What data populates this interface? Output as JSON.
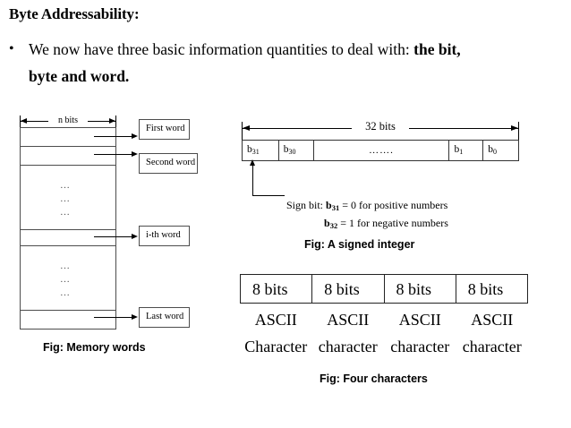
{
  "slide": {
    "heading": "Byte Addressability:",
    "bullet_glyph": "•",
    "bullet_text_part1": "We now have three basic information quantities to deal with: ",
    "bullet_text_bold1": "the bit,",
    "bullet_text_bold2": "byte and word."
  },
  "memory_figure": {
    "width_label": "n bits",
    "dots": "…",
    "labels": {
      "first_word": "First word",
      "second_word": "Second word",
      "ith_word": "i-th word",
      "last_word": "Last word"
    },
    "caption": "Fig: Memory words"
  },
  "signed_figure": {
    "width_label": "32 bits",
    "cells": [
      {
        "label": "b",
        "sub": "31"
      },
      {
        "label": "b",
        "sub": "30"
      },
      {
        "label": "…….",
        "sub": ""
      },
      {
        "label": "b",
        "sub": "1"
      },
      {
        "label": "b",
        "sub": "0"
      }
    ],
    "sign_note_line1_prefix": "Sign bit: ",
    "sign_note_line1_var": "b",
    "sign_note_line1_sub": "31",
    "sign_note_line1_rest": " = 0 for positive numbers",
    "sign_note_line2_var": "b",
    "sign_note_line2_sub": "32",
    "sign_note_line2_rest": " = 1 for negative numbers",
    "caption": "Fig: A signed integer"
  },
  "chars_figure": {
    "bit_cells": [
      "8 bits",
      "8 bits",
      "8 bits",
      "8 bits"
    ],
    "ascii_cells": [
      "ASCII",
      "ASCII",
      "ASCII",
      "ASCII"
    ],
    "char_cells": [
      "Character",
      "character",
      "character",
      "character"
    ],
    "caption": "Fig: Four characters"
  },
  "colors": {
    "text": "#000000",
    "line": "#4d4d4d",
    "background": "#ffffff"
  }
}
